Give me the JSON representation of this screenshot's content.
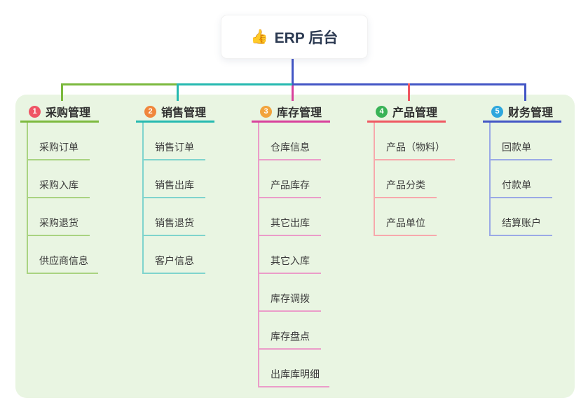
{
  "root": {
    "icon": "👍",
    "label": "ERP 后台"
  },
  "colors": {
    "canvas_bg": "#e9f5e2",
    "root_line": "#4356c5"
  },
  "branches": [
    {
      "num": "1",
      "label": "采购管理",
      "line_color": "#7cb93e",
      "child_line_color": "#a9d381",
      "badge_color": "#ef5565",
      "children": [
        "采购订单",
        "采购入库",
        "采购退货",
        "供应商信息"
      ]
    },
    {
      "num": "2",
      "label": "销售管理",
      "line_color": "#26b9b0",
      "child_line_color": "#7fd4cd",
      "badge_color": "#f0863c",
      "children": [
        "销售订单",
        "销售出库",
        "销售退货",
        "客户信息"
      ]
    },
    {
      "num": "3",
      "label": "库存管理",
      "line_color": "#d8419c",
      "child_line_color": "#eb9cc9",
      "badge_color": "#f2a33c",
      "children": [
        "仓库信息",
        "产品库存",
        "其它出库",
        "其它入库",
        "库存调拨",
        "库存盘点",
        "出库库明细"
      ]
    },
    {
      "num": "4",
      "label": "产品管理",
      "line_color": "#ef5862",
      "child_line_color": "#f7a8ac",
      "badge_color": "#39b357",
      "children": [
        "产品（物料）",
        "产品分类",
        "产品单位"
      ]
    },
    {
      "num": "5",
      "label": "财务管理",
      "line_color": "#4356c5",
      "child_line_color": "#9aa9e6",
      "badge_color": "#2ea7dd",
      "children": [
        "回款单",
        "付款单",
        "结算账户"
      ]
    }
  ]
}
